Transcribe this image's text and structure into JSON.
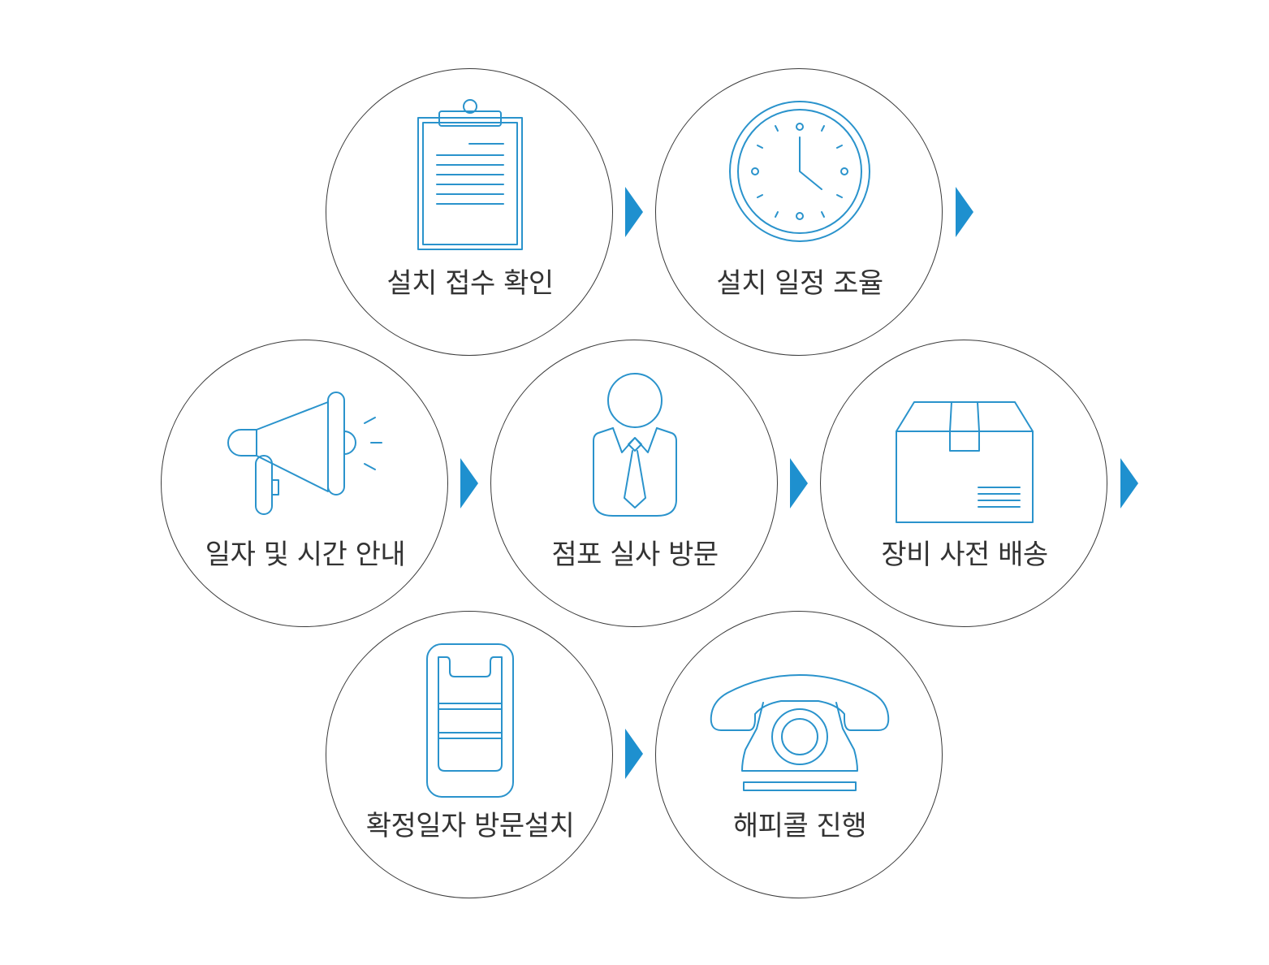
{
  "accent_color": "#1e90cf",
  "steps": [
    {
      "label": "설치 접수 확인",
      "icon": "clipboard-icon"
    },
    {
      "label": "설치 일정 조율",
      "icon": "clock-icon"
    },
    {
      "label": "일자 및 시간 안내",
      "icon": "megaphone-icon"
    },
    {
      "label": "점포 실사 방문",
      "icon": "businessman-icon"
    },
    {
      "label": "장비 사전 배송",
      "icon": "package-box-icon"
    },
    {
      "label": "확정일자 방문설치",
      "icon": "card-reader-icon"
    },
    {
      "label": "해피콜 진행",
      "icon": "telephone-icon"
    }
  ]
}
